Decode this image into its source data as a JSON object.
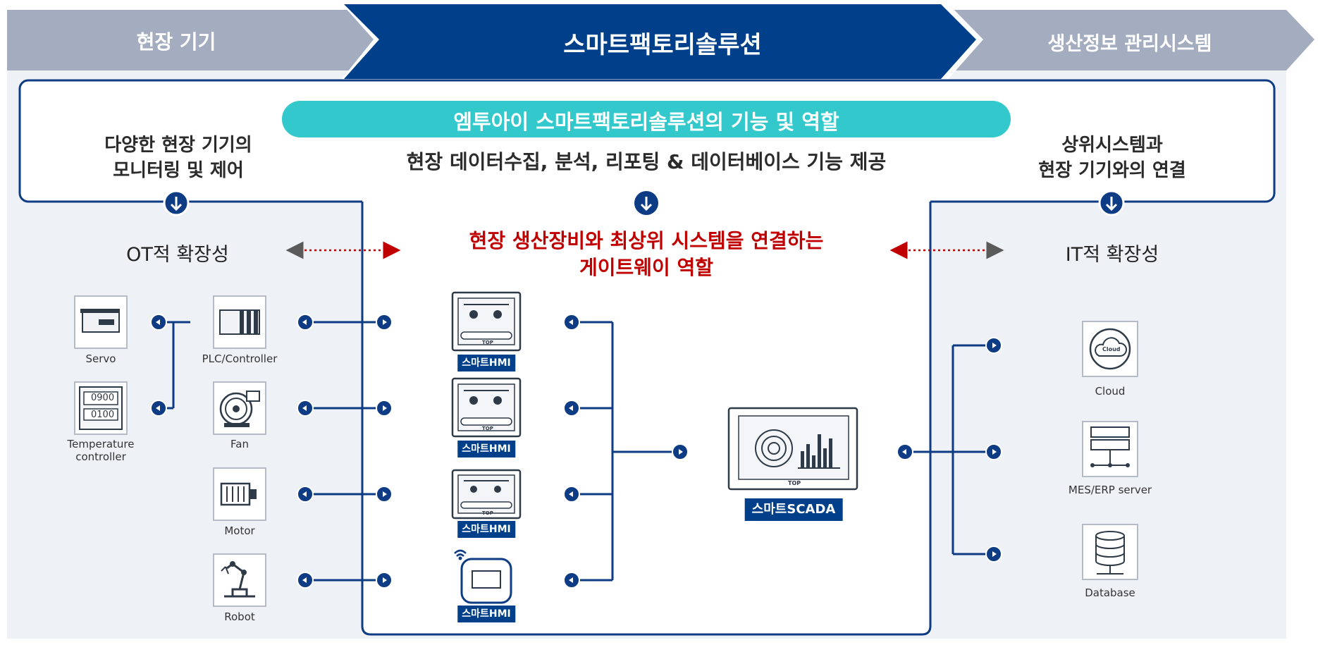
{
  "header": {
    "left": "현장 기기",
    "center": "스마트팩토리솔루션",
    "right": "생산정보 관리시스템"
  },
  "functions": {
    "title": "엠투아이 스마트팩토리솔루션의 기능 및 역할",
    "subtitle": "현장 데이터수집, 분석, 리포팅 & 데이터베이스 기능 제공",
    "left_line1": "다양한 현장 기기의",
    "left_line2": "모니터링 및 제어",
    "right_line1": "상위시스템과",
    "right_line2": "현장 기기와의 연결"
  },
  "gateway": {
    "line1": "현장 생산장비와 최상위 시스템을 연결하는",
    "line2": "게이트웨이 역할"
  },
  "extensibility": {
    "ot": "OT적 확장성",
    "it": "IT적 확장성"
  },
  "devices": {
    "servo": "Servo",
    "temp_line1": "Temperature",
    "temp_line2": "controller",
    "temp_value1": "0900",
    "temp_value2": "0100",
    "plc": "PLC/Controller",
    "fan": "Fan",
    "motor": "Motor",
    "robot": "Robot"
  },
  "hmi": {
    "label": "스마트HMI",
    "brand": "TOP"
  },
  "scada": {
    "label": "스마트SCADA",
    "brand": "TOP"
  },
  "systems": {
    "cloud": "Cloud",
    "cloud_icon_text": "Cloud",
    "mes": "MES/ERP server",
    "database": "Database"
  },
  "colors": {
    "navy": "#0d3b84",
    "header_navy": "#003f8a",
    "header_grey": "#a3adbf",
    "teal": "#33c9cc",
    "red": "#c00000",
    "panel_bg": "#eef1f6"
  }
}
